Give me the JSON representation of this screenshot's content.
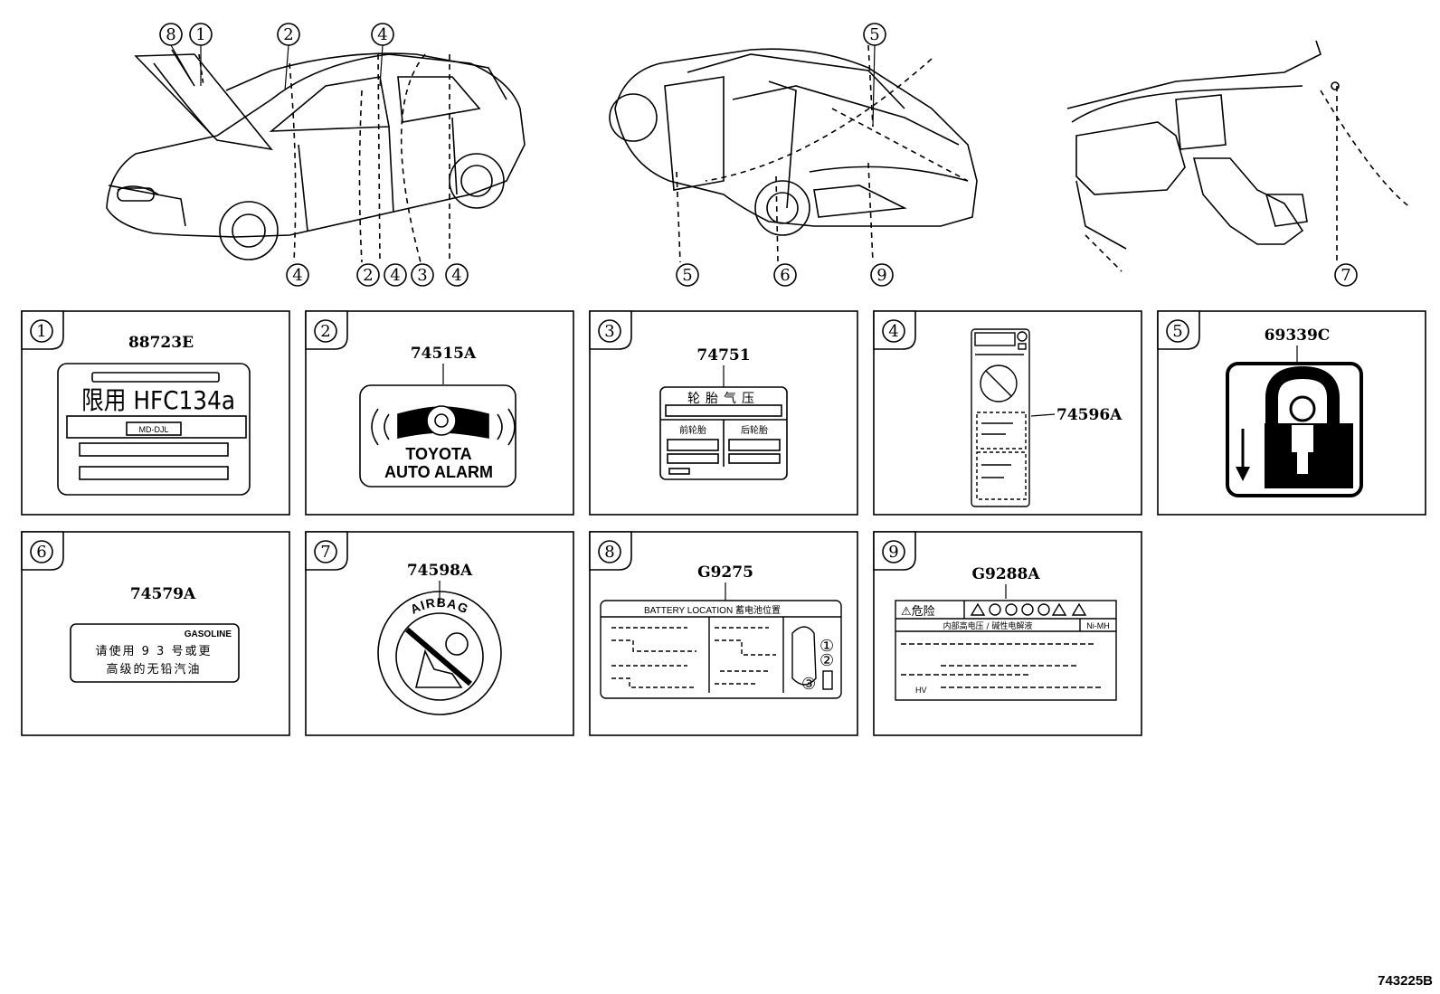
{
  "callouts": {
    "top": [
      "8",
      "1",
      "2",
      "4",
      "5",
      "4",
      "2",
      "4",
      "3",
      "4",
      "5",
      "6",
      "9",
      "7"
    ]
  },
  "panels": [
    {
      "n": "1",
      "code": "88723E"
    },
    {
      "n": "2",
      "code": "74515A"
    },
    {
      "n": "3",
      "code": "74751"
    },
    {
      "n": "4",
      "code": "74596A"
    },
    {
      "n": "5",
      "code": "69339C"
    },
    {
      "n": "6",
      "code": "74579A"
    },
    {
      "n": "7",
      "code": "74598A"
    },
    {
      "n": "8",
      "code": "G9275"
    },
    {
      "n": "9",
      "code": "G9288A"
    }
  ],
  "label1": {
    "text": "限用 HFC134a",
    "sub": "MD-DJL"
  },
  "label2": {
    "line1": "TOYOTA",
    "line2": "AUTO ALARM"
  },
  "label3": {
    "title": "轮胎气压",
    "left": "前轮胎",
    "right": "后轮胎"
  },
  "label6": {
    "top": "GASOLINE",
    "line1": "请使用 9 3 号或更",
    "line2": "高级的无铅汽油"
  },
  "label7": {
    "ring": "AIRBAG"
  },
  "label8": {
    "title": "BATTERY LOCATION  蓄电池位置",
    "c1": "①",
    "c2": "②",
    "c3": "③"
  },
  "label9": {
    "head": "⚠危险",
    "sub": "内部高电压 / 碱性电解液",
    "right": "Ni-MH",
    "hv": "HV"
  },
  "doc_id": "743225B"
}
